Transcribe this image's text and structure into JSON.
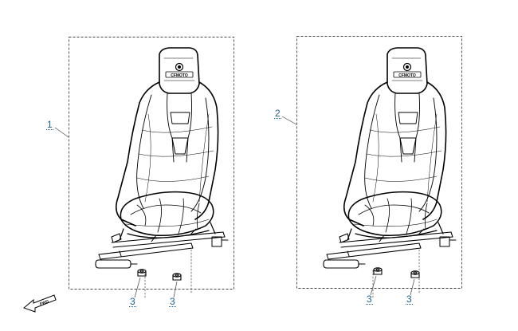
{
  "diagram": {
    "logo_text": "CFMOTO",
    "front_arrow_text": "FWD",
    "line_color": "#000000",
    "frame_color": "#444444",
    "callout_color": "#1a5f8c",
    "callouts": {
      "left_seat": "1",
      "right_seat": "2",
      "left_nut_a": "3",
      "left_nut_b": "3",
      "right_nut_a": "3",
      "right_nut_b": "3"
    }
  }
}
